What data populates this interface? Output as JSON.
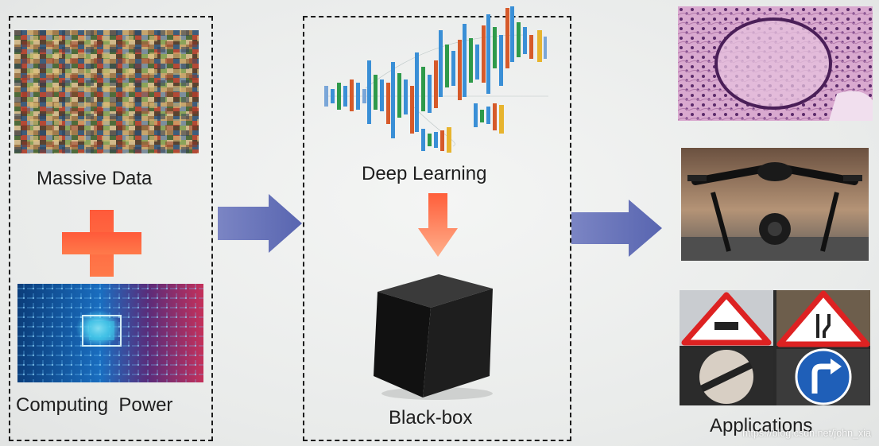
{
  "input_box": {
    "massive_data_label": "Massive Data",
    "computing_power_label": "Computing  Power"
  },
  "model_box": {
    "deep_learning_label": "Deep Learning",
    "blackbox_label": "Black-box"
  },
  "applications": {
    "label": "Applications"
  },
  "watermark": "https://blog.csdn.net/john_xia"
}
